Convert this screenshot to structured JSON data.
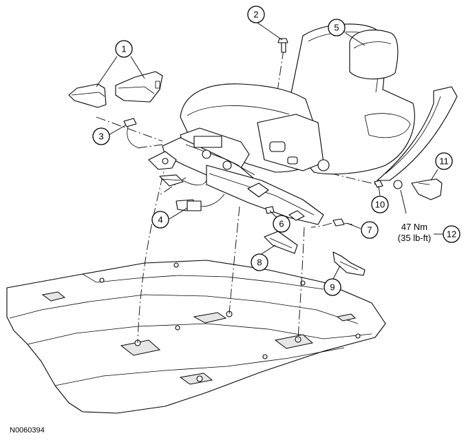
{
  "figure_id": "N0060394",
  "callouts": [
    "1",
    "2",
    "3",
    "4",
    "5",
    "6",
    "7",
    "8",
    "9",
    "10",
    "11",
    "12"
  ],
  "torque": {
    "metric": "47 Nm",
    "imperial": "(35 lb-ft)"
  }
}
